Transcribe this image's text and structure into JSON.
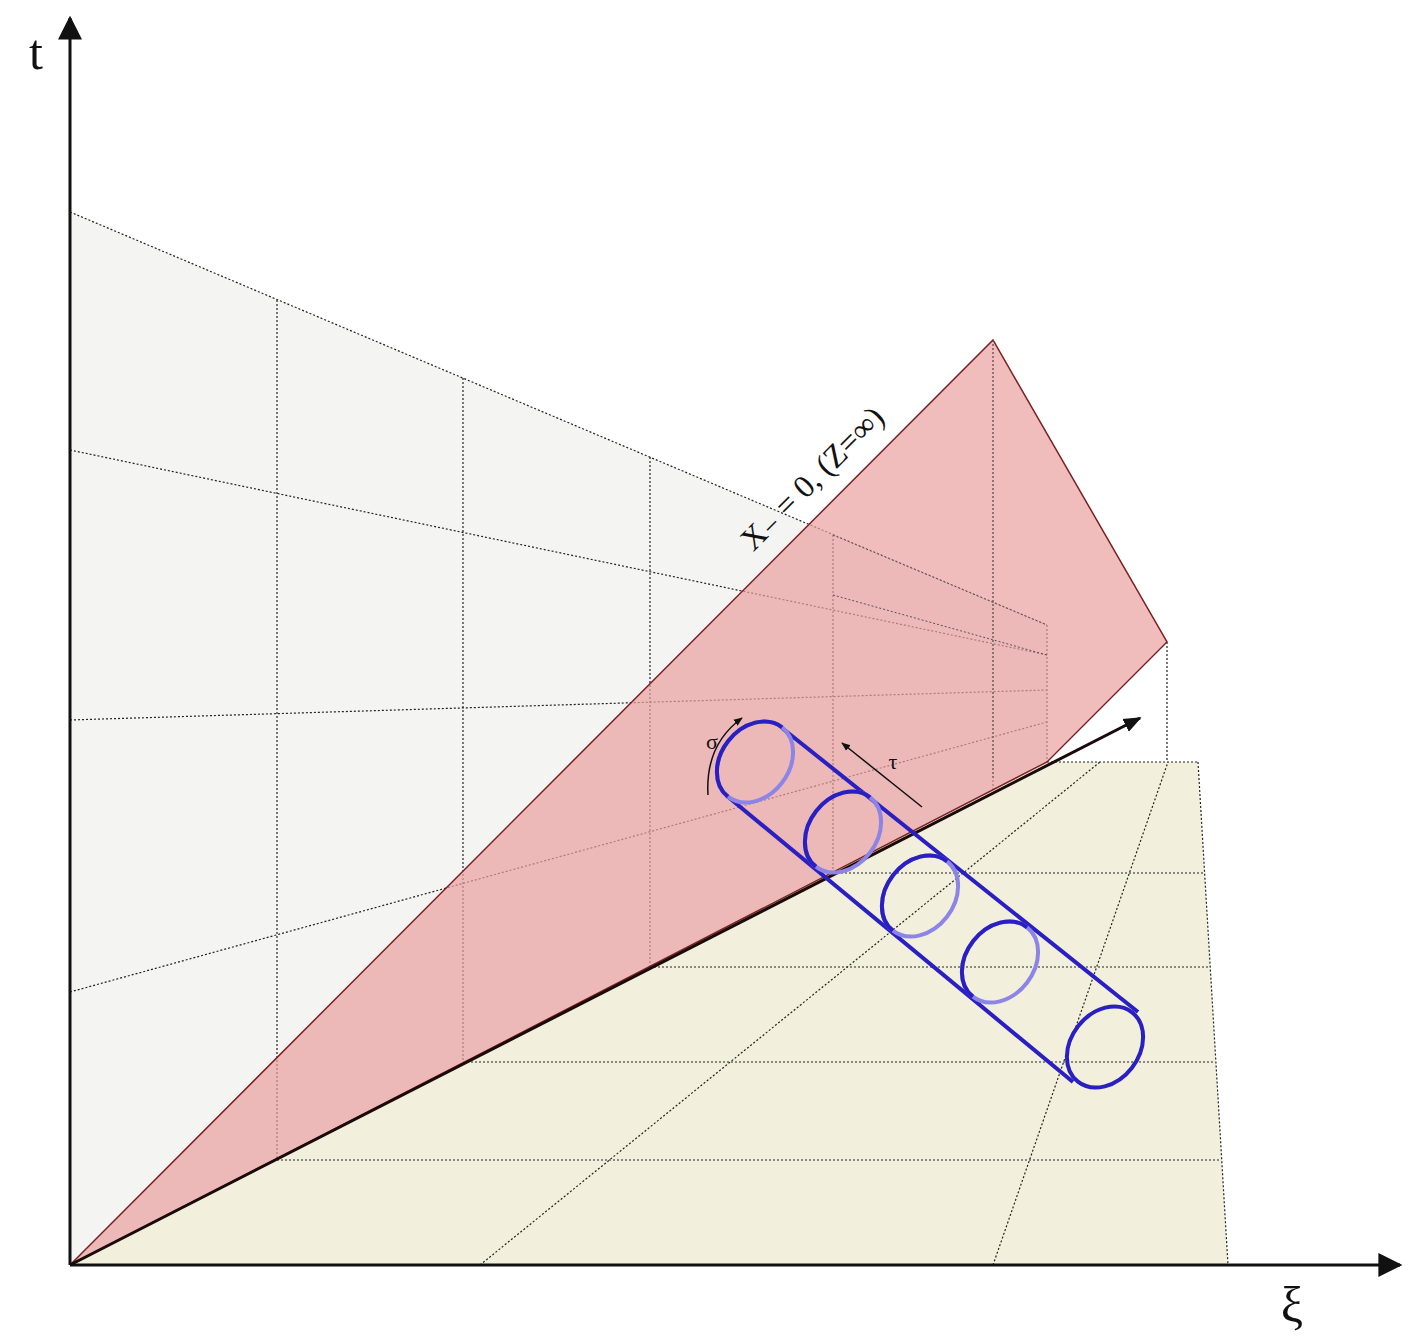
{
  "diagram": {
    "labels": [
      "t",
      "ξ",
      "X₋ = 0, (Z=∞)",
      "σ",
      "τ"
    ]
  }
}
